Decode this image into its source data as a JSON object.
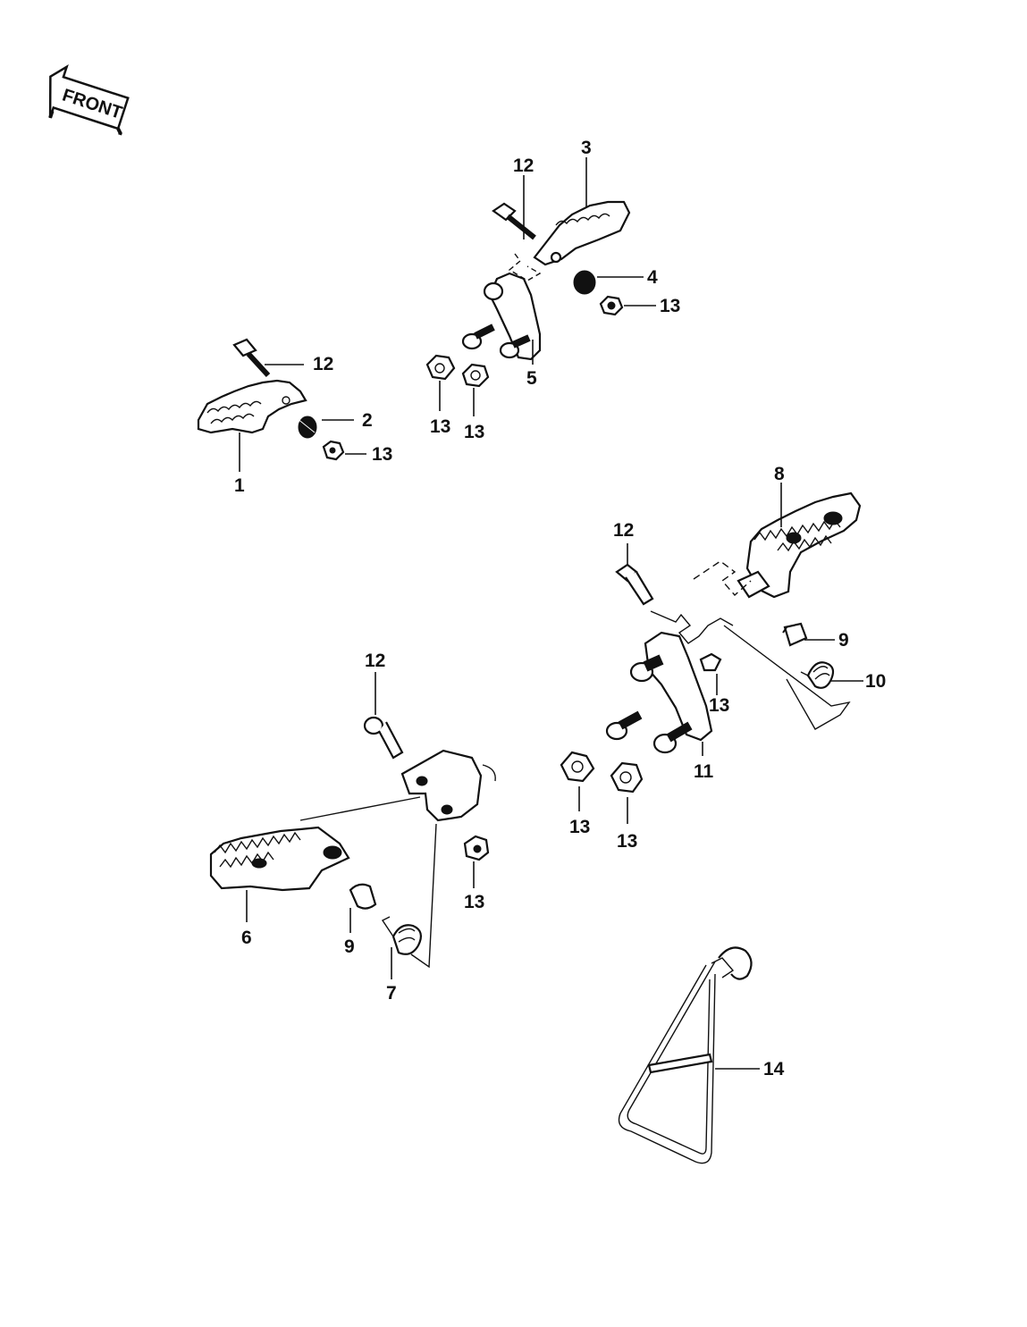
{
  "front_badge": {
    "text": "FRONT",
    "icon": "front-arrow-icon"
  },
  "callouts": [
    {
      "id": "c1",
      "text": "1"
    },
    {
      "id": "c2",
      "text": "2"
    },
    {
      "id": "c3",
      "text": "3"
    },
    {
      "id": "c4",
      "text": "4"
    },
    {
      "id": "c5",
      "text": "5"
    },
    {
      "id": "c6",
      "text": "6"
    },
    {
      "id": "c7",
      "text": "7"
    },
    {
      "id": "c8",
      "text": "8"
    },
    {
      "id": "c9a",
      "text": "9"
    },
    {
      "id": "c9b",
      "text": "9"
    },
    {
      "id": "c10",
      "text": "10"
    },
    {
      "id": "c11",
      "text": "11"
    },
    {
      "id": "c12a",
      "text": "12"
    },
    {
      "id": "c12b",
      "text": "12"
    },
    {
      "id": "c12c",
      "text": "12"
    },
    {
      "id": "c12d",
      "text": "12"
    },
    {
      "id": "c13a",
      "text": "13"
    },
    {
      "id": "c13b",
      "text": "13"
    },
    {
      "id": "c13c",
      "text": "13"
    },
    {
      "id": "c13d",
      "text": "13"
    },
    {
      "id": "c13e",
      "text": "13"
    },
    {
      "id": "c13f",
      "text": "13"
    },
    {
      "id": "c13g",
      "text": "13"
    },
    {
      "id": "c13h",
      "text": "13"
    },
    {
      "id": "c14",
      "text": "14"
    }
  ]
}
